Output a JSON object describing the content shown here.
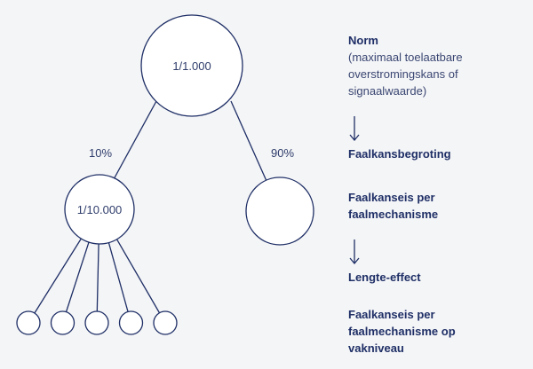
{
  "diagram": {
    "root_label": "1/1.000",
    "left_edge_label": "10%",
    "right_edge_label": "90%",
    "left_child_label": "1/10.000",
    "right_child_label": "",
    "leaf_count": 5,
    "colors": {
      "background": "#f4f5f7",
      "stroke": "#1f2f66",
      "text": "#2f3d6b"
    }
  },
  "legend": {
    "items": [
      {
        "title": "Norm",
        "subtitle": "(maximaal toelaatbare overstromingskans of signaalwaarde)"
      },
      {
        "arrow": "down-arrow-icon"
      },
      {
        "title": "Faalkansbegroting"
      },
      {
        "title": "Faalkanseis per faalmechanisme"
      },
      {
        "arrow": "down-arrow-icon"
      },
      {
        "title": "Lengte-effect"
      },
      {
        "title": "Faalkanseis per faalmechanisme op vakniveau"
      }
    ]
  }
}
